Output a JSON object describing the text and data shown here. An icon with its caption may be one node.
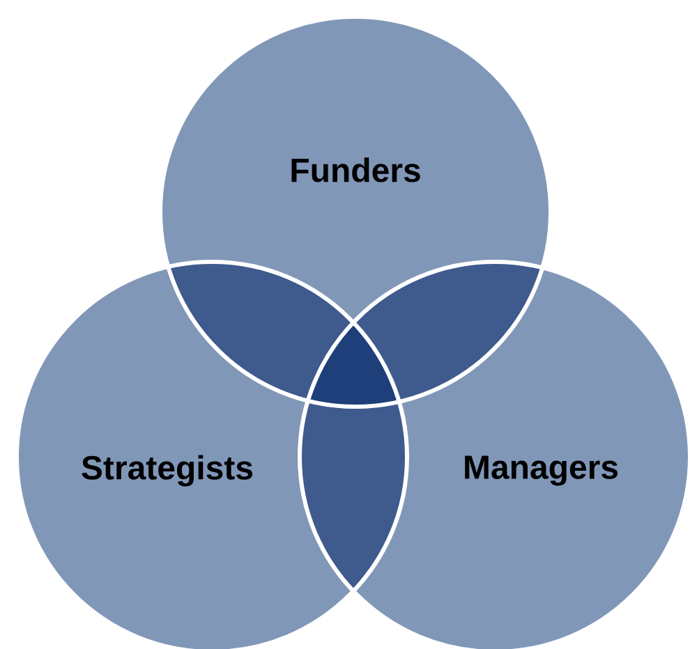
{
  "diagram": {
    "nodes": [
      {
        "text": [
          "Funders"
        ]
      },
      {
        "text": [
          "Strategists"
        ]
      },
      {
        "text": [
          "Managers"
        ]
      }
    ]
  }
}
